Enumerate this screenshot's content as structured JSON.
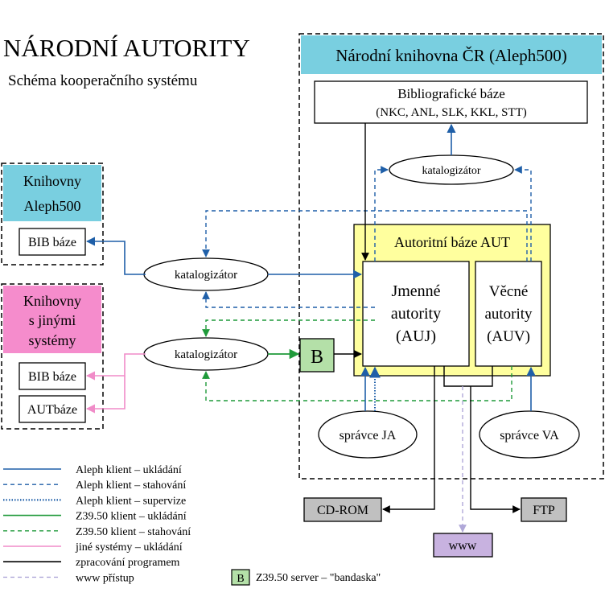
{
  "title": "NÁRODNÍ AUTORITY",
  "subtitle": "Schéma kooperačního systému",
  "nk": {
    "header": "Národní knihovna ČR (Aleph500)",
    "bib_line1": "Bibliografické báze",
    "bib_line2": "(NKC, ANL, SLK, KKL, STT)",
    "katalogizator": "katalogizátor",
    "aut_title": "Autoritní báze AUT",
    "auj_line1": "Jmenné",
    "auj_line2": "autority",
    "auj_line3": "(AUJ)",
    "auv_line1": "Věcné",
    "auv_line2": "autority",
    "auv_line3": "(AUV)",
    "spravce_ja": "správce JA",
    "spravce_va": "správce VA"
  },
  "aleph": {
    "header_line1": "Knihovny",
    "header_line2": "Aleph500",
    "bib": "BIB báze",
    "katalogizator": "katalogizátor"
  },
  "other": {
    "header_line1": "Knihovny",
    "header_line2": "s jinými",
    "header_line3": "systémy",
    "bib": "BIB báze",
    "aut": "AUTbáze",
    "katalogizator": "katalogizátor"
  },
  "server_b": "B",
  "outputs": {
    "cdrom": "CD-ROM",
    "ftp": "FTP",
    "www": "www"
  },
  "legend": [
    {
      "label": "Aleph klient – ukládání",
      "color": "#1f5fa8",
      "dash": "solid"
    },
    {
      "label": "Aleph klient – stahování",
      "color": "#1f5fa8",
      "dash": "dashed"
    },
    {
      "label": "Aleph klient – supervize",
      "color": "#1f5fa8",
      "dash": "dotted"
    },
    {
      "label": "Z39.50 klient – ukládání",
      "color": "#1f9a3a",
      "dash": "solid"
    },
    {
      "label": "Z39.50 klient – stahování",
      "color": "#1f9a3a",
      "dash": "dashed"
    },
    {
      "label": "jiné systémy – ukládání",
      "color": "#f08cc8",
      "dash": "solid"
    },
    {
      "label": "zpracování programem",
      "color": "#000000",
      "dash": "solid"
    },
    {
      "label": "www přístup",
      "color": "#b0a8d8",
      "dash": "dashed"
    }
  ],
  "server_legend": {
    "box": "B",
    "label": "Z39.50 server – \"bandaska\""
  },
  "colors": {
    "blue": "#1f5fa8",
    "green": "#1f9a3a",
    "pink": "#f08cc8",
    "cyan_header": "#79cfe0",
    "pink_header": "#f58ccc",
    "aut_yellow": "#ffff9e",
    "gray_box": "#c0c0c0",
    "purple_box": "#c8b2e0",
    "green_box": "#b4e0a8",
    "www_line": "#b0a8d8"
  }
}
